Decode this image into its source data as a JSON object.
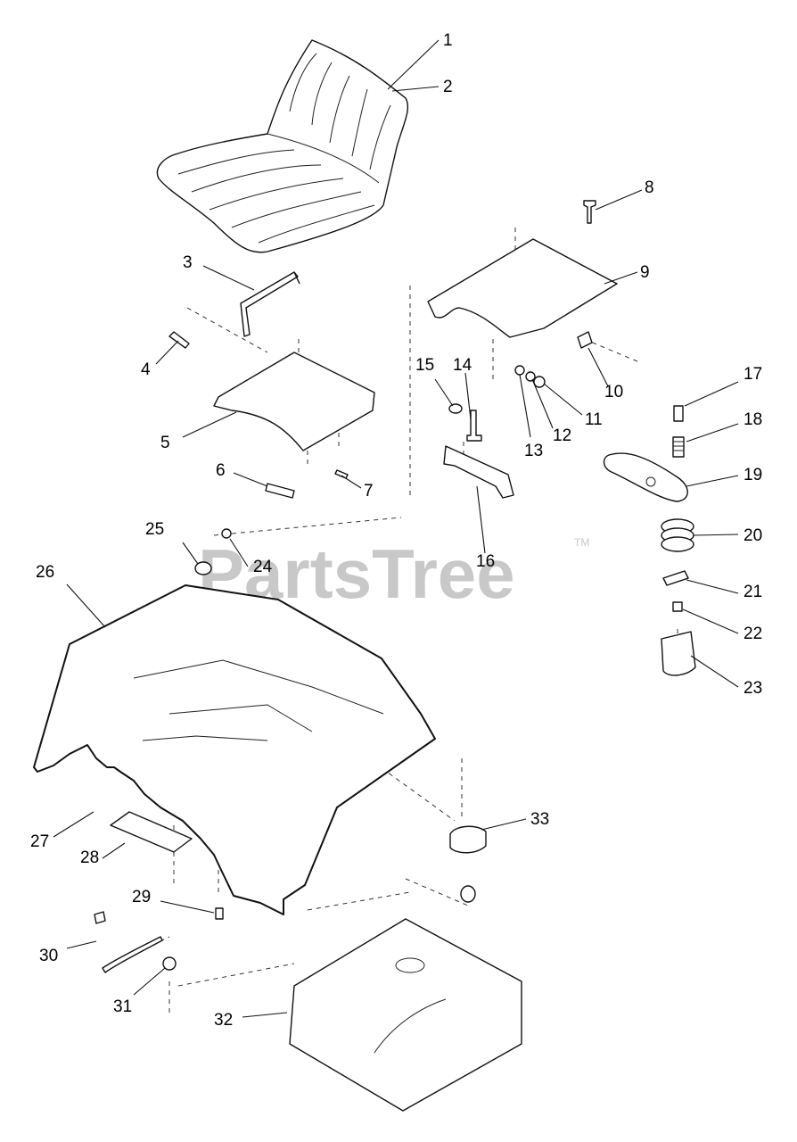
{
  "watermark": {
    "text": "PartsTree",
    "mark": "TM"
  },
  "callouts": [
    "1",
    "2",
    "3",
    "4",
    "5",
    "6",
    "7",
    "8",
    "9",
    "10",
    "11",
    "12",
    "13",
    "14",
    "15",
    "16",
    "17",
    "18",
    "19",
    "20",
    "21",
    "22",
    "23",
    "24",
    "25",
    "26",
    "27",
    "28",
    "29",
    "30",
    "31",
    "32",
    "33"
  ],
  "parts": [
    {
      "id": "seat",
      "icon": "seat-icon"
    },
    {
      "id": "seat-bracket",
      "icon": "bracket-icon"
    },
    {
      "id": "seat-pan",
      "icon": "plate-icon"
    },
    {
      "id": "mount-plate",
      "icon": "plate-icon"
    },
    {
      "id": "pivot-bracket",
      "icon": "bracket-icon"
    },
    {
      "id": "spring-arm",
      "icon": "arm-icon"
    },
    {
      "id": "compression-spring",
      "icon": "spring-icon"
    },
    {
      "id": "bumper",
      "icon": "bumper-icon"
    },
    {
      "id": "fender",
      "icon": "fender-icon"
    },
    {
      "id": "fuel-tank",
      "icon": "tank-icon"
    },
    {
      "id": "fuel-cap",
      "icon": "cap-icon"
    }
  ]
}
